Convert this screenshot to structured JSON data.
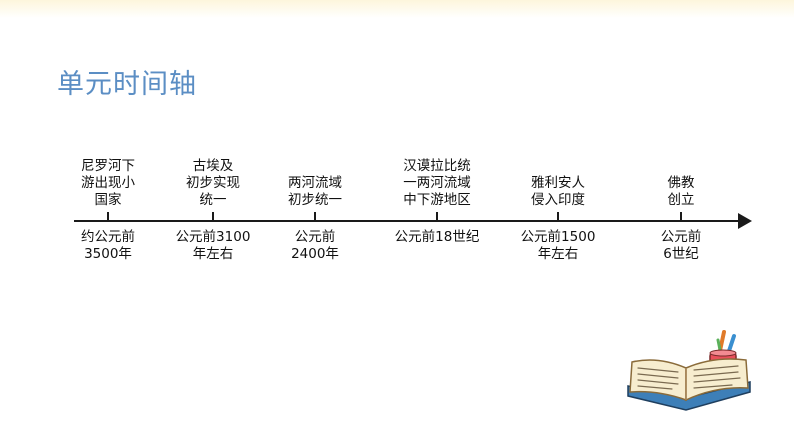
{
  "title": "单元时间轴",
  "events": [
    {
      "event_lines": [
        "尼罗河下",
        "游出现小",
        "国家"
      ],
      "time_lines": [
        "约公元前",
        "3500年"
      ]
    },
    {
      "event_lines": [
        "古埃及",
        "初步实现",
        "统一"
      ],
      "time_lines": [
        "公元前3100",
        "年左右"
      ]
    },
    {
      "event_lines": [
        "两河流域",
        "初步统一"
      ],
      "time_lines": [
        "公元前",
        "2400年"
      ]
    },
    {
      "event_lines": [
        "汉谟拉比统",
        "一两河流域",
        "中下游地区"
      ],
      "time_lines": [
        "公元前18世纪"
      ]
    },
    {
      "event_lines": [
        "雅利安人",
        "侵入印度"
      ],
      "time_lines": [
        "公元前1500",
        "年左右"
      ]
    },
    {
      "event_lines": [
        "佛教",
        "创立"
      ],
      "time_lines": [
        "公元前",
        "6世纪"
      ]
    }
  ]
}
